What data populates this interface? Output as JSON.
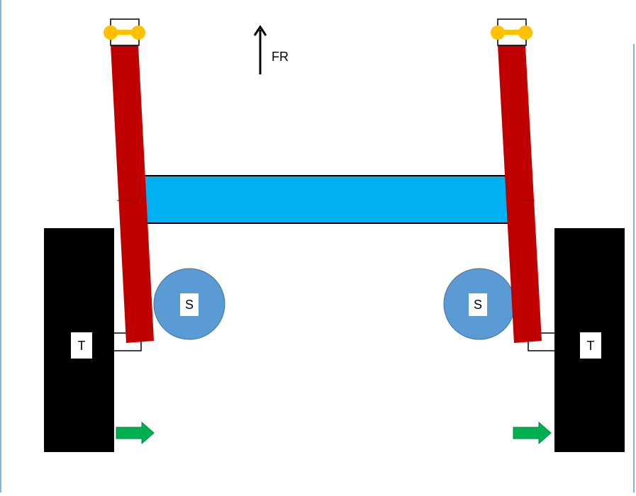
{
  "direction_label": "FR",
  "spring_label": "S",
  "tire_label": "T",
  "colors": {
    "background": "#ffffff",
    "frame_line": "#5b9bd5",
    "arm": "#c00000",
    "crossbeam": "#00b0f0",
    "tire": "#000000",
    "spring": "#5b9bd5",
    "bushing": "#ffc000",
    "motion_arrow": "#00b050",
    "outline": "#000000"
  }
}
